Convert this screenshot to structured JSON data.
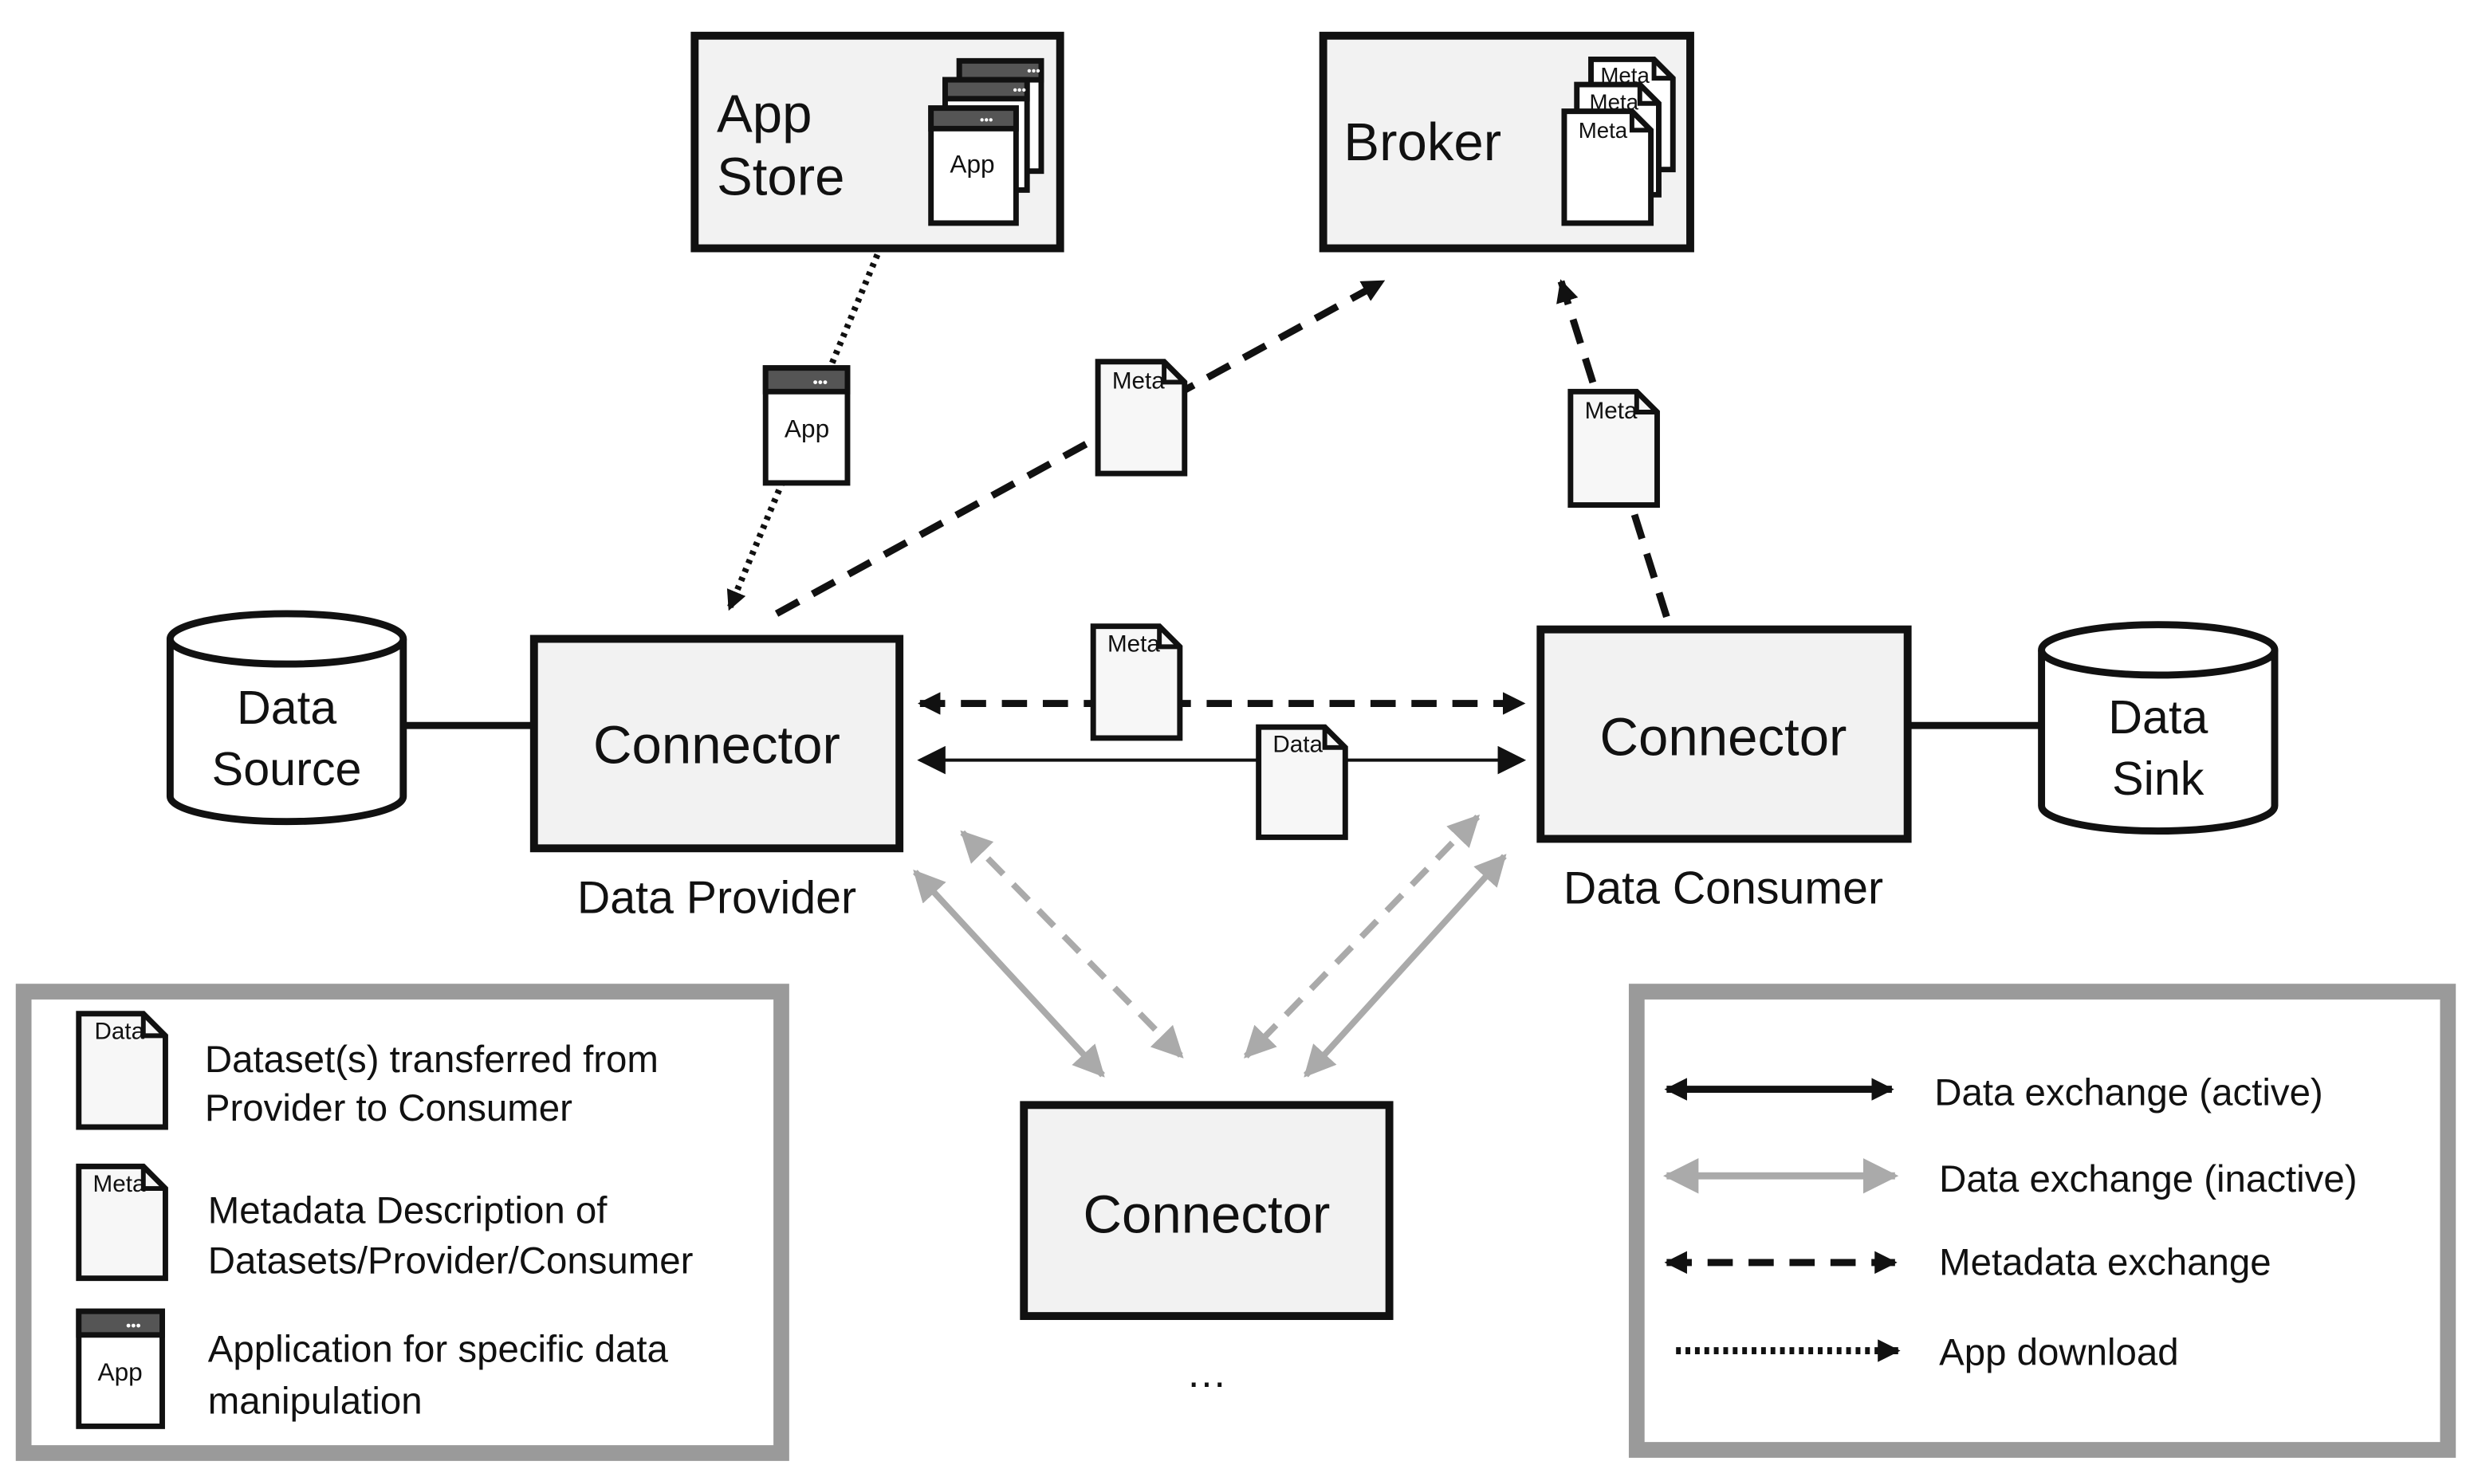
{
  "colors": {
    "active": "#111111",
    "inactive": "#aaaaaa",
    "box_fill": "#f2f2f2",
    "legend_border": "#9a9a9a"
  },
  "nodes": {
    "app_store": {
      "line1": "App",
      "line2": "Store"
    },
    "broker": {
      "label": "Broker"
    },
    "data_source": {
      "line1": "Data",
      "line2": "Source"
    },
    "data_sink": {
      "line1": "Data",
      "line2": "Sink"
    },
    "provider_connector": {
      "label": "Connector",
      "caption": "Data Provider"
    },
    "consumer_connector": {
      "label": "Connector",
      "caption": "Data Consumer"
    },
    "third_connector": {
      "label": "Connector",
      "ellipsis": "…"
    }
  },
  "icons": {
    "app_label": "App",
    "meta_label": "Meta",
    "data_label": "Data"
  },
  "legend_left": [
    {
      "icon": "data-doc-icon",
      "icon_label": "Data",
      "line1": "Dataset(s) transferred from",
      "line2": "Provider to Consumer"
    },
    {
      "icon": "meta-doc-icon",
      "icon_label": "Meta",
      "line1": "Metadata Description of",
      "line2": "Datasets/Provider/Consumer"
    },
    {
      "icon": "app-window-icon",
      "icon_label": "App",
      "line1": "Application for specific data",
      "line2": "manipulation"
    }
  ],
  "legend_right": [
    {
      "style": "solid-black",
      "label": "Data exchange (active)"
    },
    {
      "style": "solid-gray",
      "label": "Data exchange (inactive)"
    },
    {
      "style": "dashed-black",
      "label": "Metadata exchange"
    },
    {
      "style": "dotted-black",
      "label": "App download"
    }
  ]
}
